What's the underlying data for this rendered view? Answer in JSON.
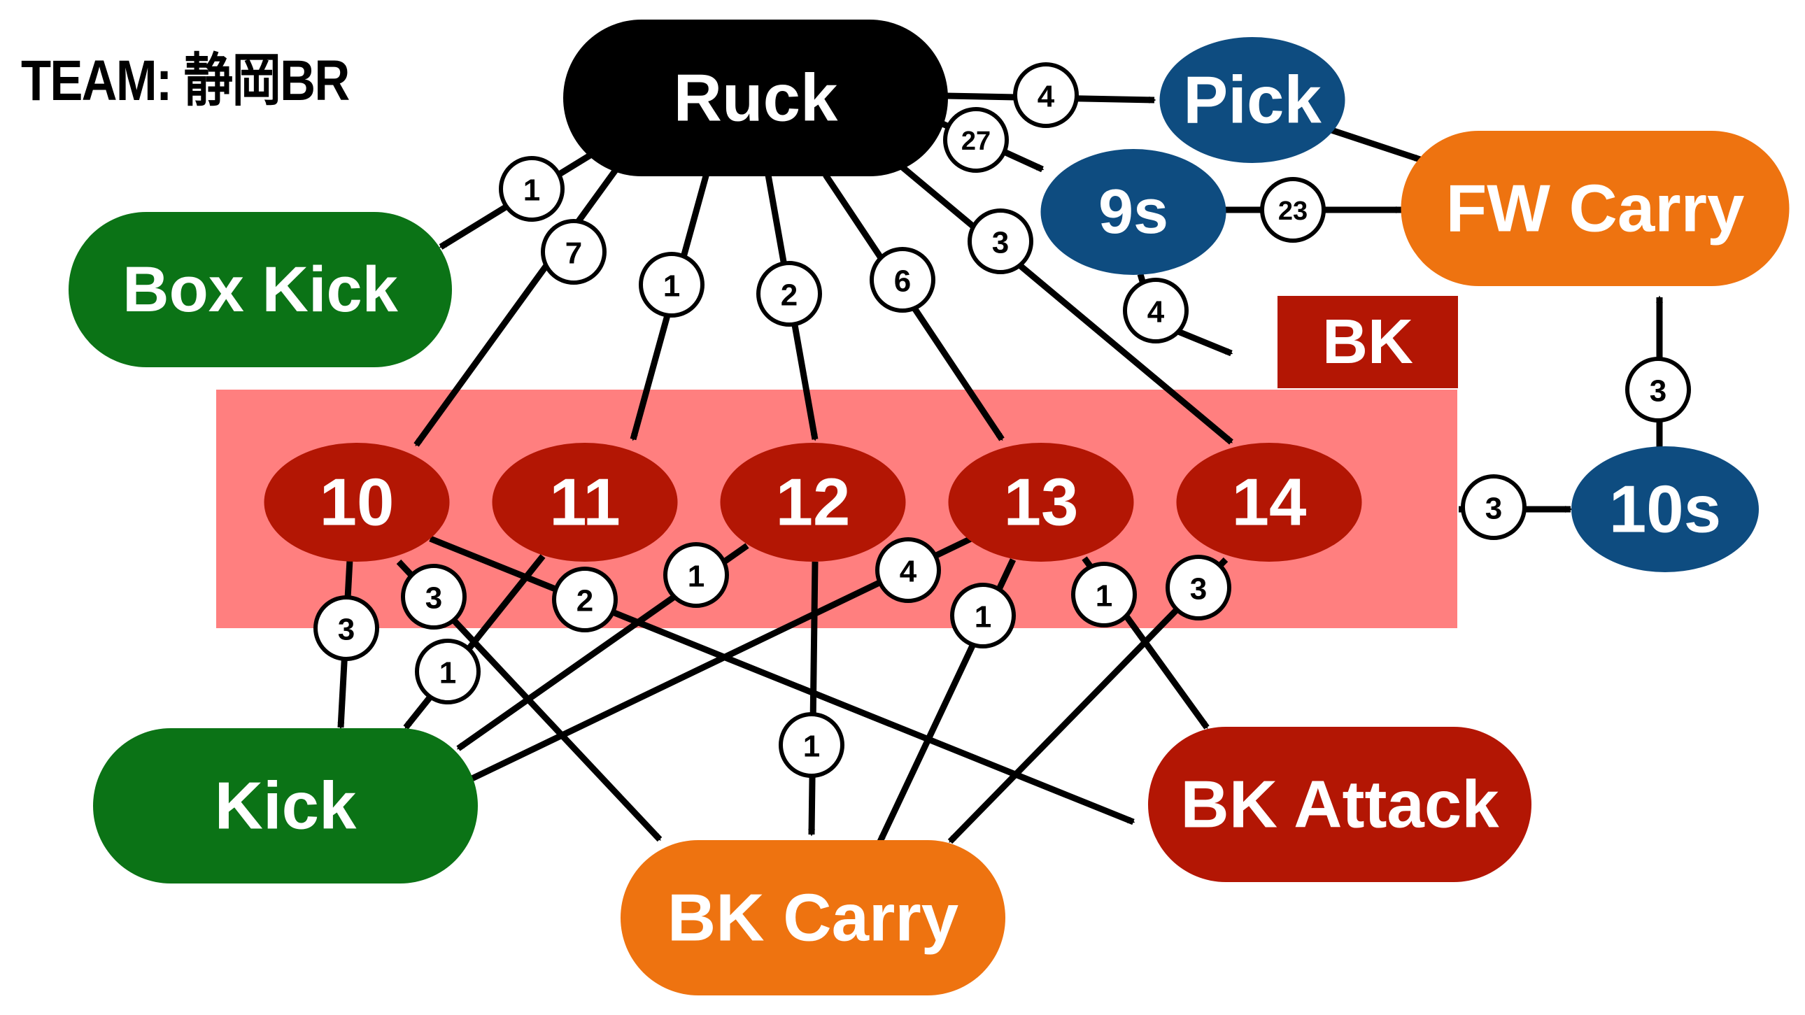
{
  "title": "TEAM: 静岡BR",
  "colors": {
    "black": "#000000",
    "green": "#0b7316",
    "blue": "#0e4c80",
    "orange": "#ee7310",
    "red": "#b31604",
    "highlight": "#ff7f7f",
    "text": "#ffffff",
    "badge_fill": "#ffffff",
    "badge_stroke": "#000000"
  },
  "nodes": [
    {
      "id": "ruck",
      "label": "Ruck",
      "color": "black"
    },
    {
      "id": "pick",
      "label": "Pick",
      "color": "blue"
    },
    {
      "id": "fw_carry",
      "label": "FW Carry",
      "color": "orange"
    },
    {
      "id": "nine_s",
      "label": "9s",
      "color": "blue"
    },
    {
      "id": "bk",
      "label": "BK",
      "color": "red"
    },
    {
      "id": "box_kick",
      "label": "Box Kick",
      "color": "green"
    },
    {
      "id": "n10",
      "label": "10",
      "color": "red"
    },
    {
      "id": "n11",
      "label": "11",
      "color": "red"
    },
    {
      "id": "n12",
      "label": "12",
      "color": "red"
    },
    {
      "id": "n13",
      "label": "13",
      "color": "red"
    },
    {
      "id": "n14",
      "label": "14",
      "color": "red"
    },
    {
      "id": "ten_s",
      "label": "10s",
      "color": "blue"
    },
    {
      "id": "kick",
      "label": "Kick",
      "color": "green"
    },
    {
      "id": "bk_carry",
      "label": "BK Carry",
      "color": "orange"
    },
    {
      "id": "bk_attack",
      "label": "BK Attack",
      "color": "red"
    }
  ],
  "edges": [
    {
      "from": "ruck",
      "to": "pick",
      "value": "4"
    },
    {
      "from": "ruck",
      "to": "nine_s",
      "value": "27"
    },
    {
      "from": "ruck",
      "to": "box_kick",
      "value": "1"
    },
    {
      "from": "ruck",
      "to": "n10",
      "value": "7"
    },
    {
      "from": "ruck",
      "to": "n11",
      "value": "1"
    },
    {
      "from": "ruck",
      "to": "n12",
      "value": "2"
    },
    {
      "from": "ruck",
      "to": "n13",
      "value": "6"
    },
    {
      "from": "ruck",
      "to": "n14",
      "value": "3"
    },
    {
      "from": "pick",
      "to": "fw_carry",
      "value": ""
    },
    {
      "from": "nine_s",
      "to": "fw_carry",
      "value": "23"
    },
    {
      "from": "nine_s",
      "to": "bk",
      "value": "4"
    },
    {
      "from": "n14",
      "to": "ten_s",
      "value": "3"
    },
    {
      "from": "ten_s",
      "to": "fw_carry",
      "value": "3"
    },
    {
      "from": "n10",
      "to": "kick",
      "value": "3"
    },
    {
      "from": "n10",
      "to": "bk_carry",
      "value": "3"
    },
    {
      "from": "n10",
      "to": "bk_attack",
      "value": "2"
    },
    {
      "from": "n11",
      "to": "kick",
      "value": "1"
    },
    {
      "from": "n12",
      "to": "kick",
      "value": "1"
    },
    {
      "from": "n12",
      "to": "bk_carry",
      "value": "1"
    },
    {
      "from": "n13",
      "to": "kick",
      "value": "4"
    },
    {
      "from": "n13",
      "to": "bk_carry",
      "value": "1"
    },
    {
      "from": "n13",
      "to": "bk_attack",
      "value": "1"
    },
    {
      "from": "n14",
      "to": "bk_carry",
      "value": "3"
    }
  ]
}
